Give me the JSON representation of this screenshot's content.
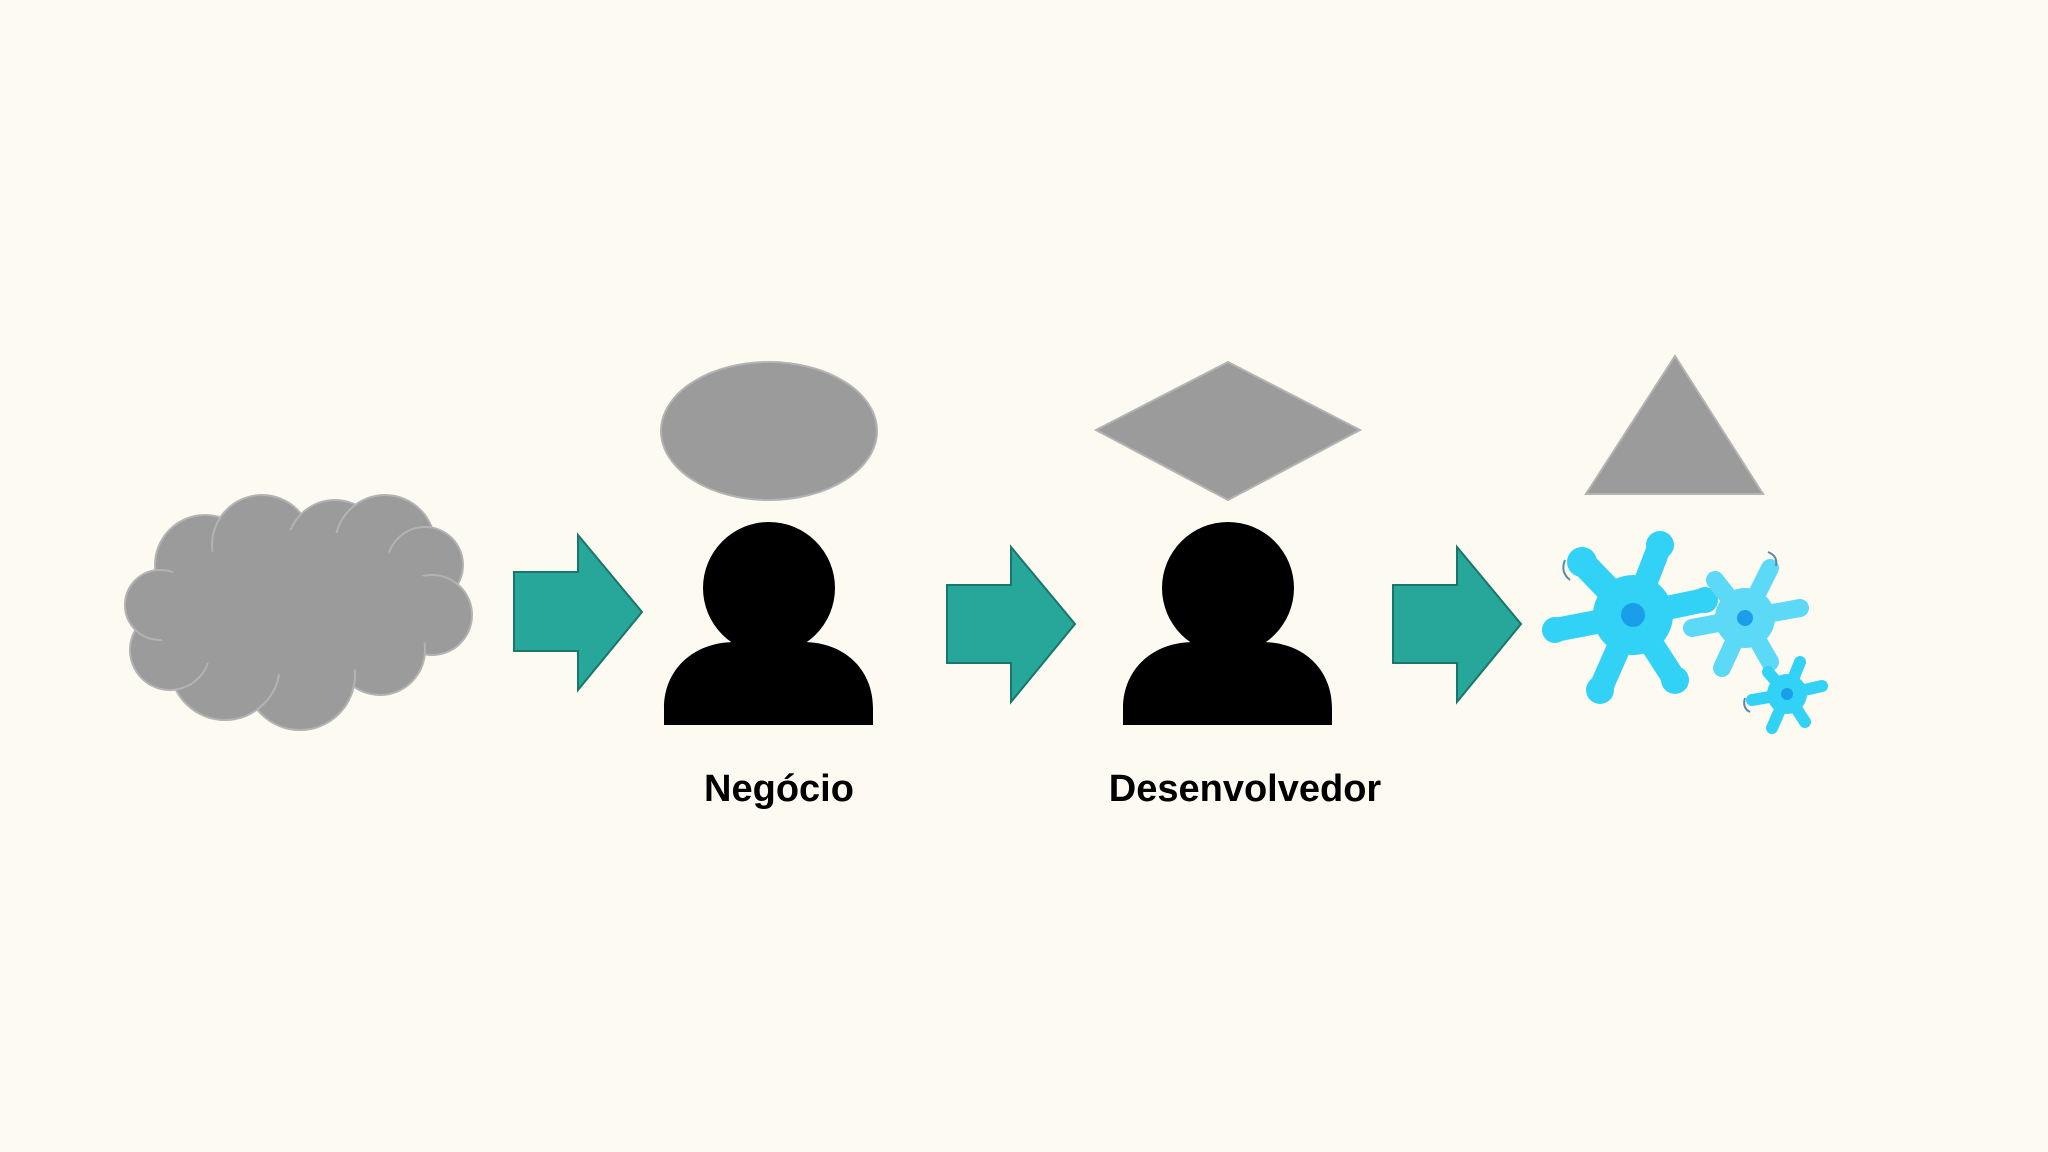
{
  "diagram": {
    "colors": {
      "background": "#fdfbf1",
      "shape_gray": "#9b9b9b",
      "shape_outline": "#b3b3b3",
      "arrow_fill": "#27a69a",
      "arrow_stroke": "#18766b",
      "person": "#000000",
      "bug_light": "#32d2f6",
      "bug_mid": "#5cd9f7",
      "bug_nucleus": "#1a9eea"
    },
    "icons": {
      "idea": "cloud-icon",
      "business_output": "ellipse-shape",
      "developer_output": "diamond-shape",
      "result_output": "triangle-shape",
      "result": "bugs-icon",
      "actor": "person-icon",
      "flow": "arrow-right-icon"
    },
    "labels": {
      "business": "Negócio",
      "developer": "Desenvolvedor"
    }
  }
}
